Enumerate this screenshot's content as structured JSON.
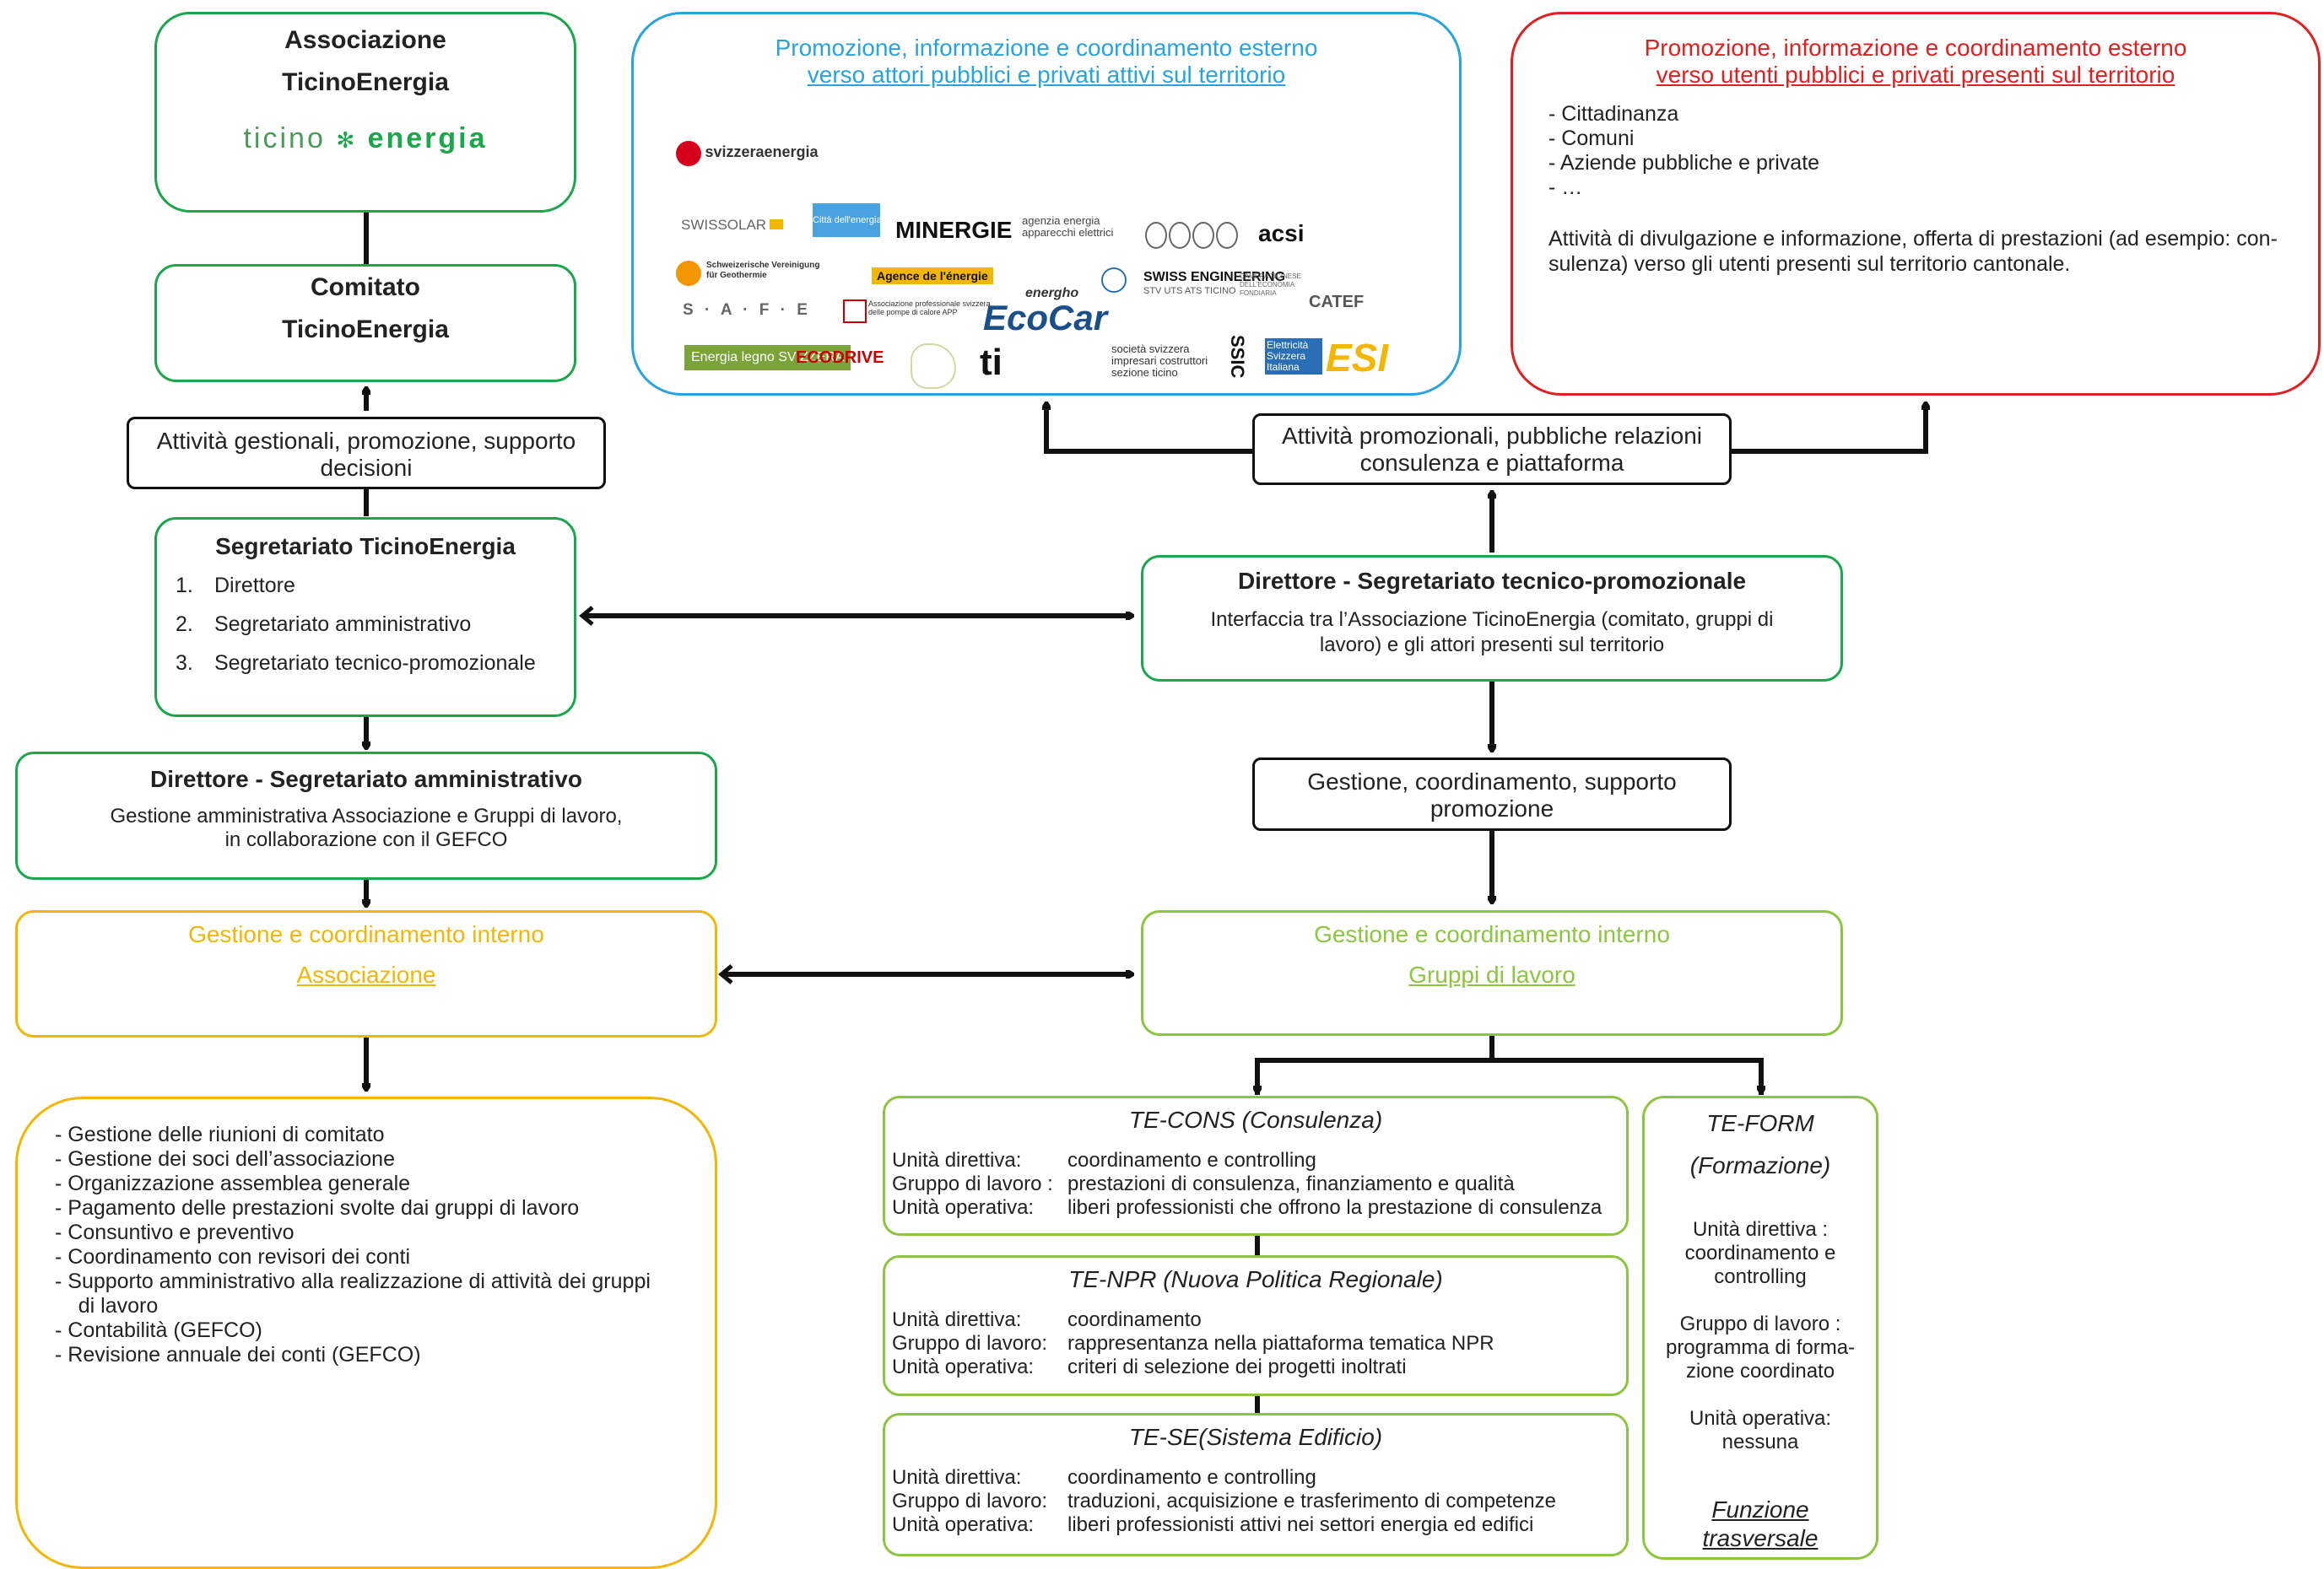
{
  "assoc": {
    "title1": "Associazione",
    "title2": "TicinoEnergia",
    "logo_a": "ticino",
    "logo_star": "✻",
    "logo_b": "energia"
  },
  "comitato": {
    "title1": "Comitato",
    "title2": "TicinoEnergia"
  },
  "label_left": {
    "l1": "Attività gestionali, promozione, supporto",
    "l2": "decisioni"
  },
  "segretariato": {
    "title": "Segretariato TicinoEnergia",
    "items": [
      "Direttore",
      "Segretariato amministrativo",
      "Segretariato tecnico-promozionale"
    ],
    "nums": [
      "1.",
      "2.",
      "3."
    ]
  },
  "dir_amm": {
    "title": "Direttore - Segretariato amministrativo",
    "l1": "Gestione amministrativa Associazione e Gruppi di lavoro,",
    "l2": "in collaborazione con il GEFCO"
  },
  "gest_int_left": {
    "title": "Gestione e coordinamento interno",
    "sub": "Associazione"
  },
  "tasks_left": [
    "-  Gestione delle riunioni di comitato",
    "-  Gestione dei soci dell’associazione",
    "-  Organizzazione assemblea generale",
    "-  Pagamento delle prestazioni svolte dai gruppi di lavoro",
    "-  Consuntivo e preventivo",
    "-  Coordinamento con revisori dei conti",
    "-  Supporto amministrativo alla realizzazione di attività dei gruppi",
    "    di lavoro",
    "-  Contabilità  (GEFCO)",
    "-  Revisione annuale dei conti  (GEFCO)"
  ],
  "promo_blue": {
    "title": "Promozione, informazione e coordinamento esterno",
    "sub": "verso attori pubblici e privati attivi sul territorio"
  },
  "logos": {
    "svizzera": "svizzeraenergia",
    "swissolar": "SWISSOLAR",
    "citta": "Città dell'energia",
    "minergie": "MINERGIE",
    "agenzia": "agenzia energia apparecchi elettrici",
    "acsi": "acsi",
    "geotermia": "Schweizerische Vereinigung für Geothermie",
    "agence": "Agence de l'énergie",
    "energho": "energho",
    "swiss_eng": "SWISS ENGINEERING",
    "stv": "STV UTS ATS TICINO",
    "camera": "CAMERA TICINESE DELL'ECONOMIA FONDIARIA",
    "catef": "CATEF",
    "safe": "S · A · F · E",
    "app": "Associazione professionale svizzera delle pompe di calore APP",
    "ecocar": "EcoCar",
    "legno": "Energia legno SVIZZERA",
    "ecodrive": "ECODRIVE",
    "ti": "ti",
    "ssic": "SSIC",
    "elettricita": "Elettricità Svizzera Italiana",
    "esi": "ESI",
    "impresari": "società svizzera impresari costruttori sezione ticino"
  },
  "promo_red": {
    "title": "Promozione, informazione e coordinamento esterno",
    "sub": "verso utenti pubblici e privati presenti sul territorio",
    "items": [
      "-  Cittadinanza",
      "-  Comuni",
      "-  Aziende pubbliche e private",
      "-  …"
    ],
    "p1": "Attività di divulgazione e informazione, offerta di prestazioni (ad esempio: con-",
    "p2": "sulenza) verso gli utenti presenti sul territorio cantonale."
  },
  "label_right": {
    "l1": "Attività promozionali, pubbliche relazioni",
    "l2": "consulenza e piattaforma"
  },
  "dir_tec": {
    "title": "Direttore - Segretariato tecnico-promozionale",
    "l1": "Interfaccia tra l’Associazione TicinoEnergia (comitato, gruppi di",
    "l2": "lavoro) e gli attori presenti sul territorio"
  },
  "label_mid": {
    "l1": "Gestione, coordinamento, supporto",
    "l2": "promozione"
  },
  "gest_int_right": {
    "title": "Gestione e coordinamento interno",
    "sub": "Gruppi di lavoro"
  },
  "tecons": {
    "title": "TE-CONS (Consulenza)",
    "rows": [
      [
        "Unità direttiva:",
        "coordinamento e controlling"
      ],
      [
        "Gruppo di lavoro :",
        "prestazioni di consulenza, finanziamento e qualità"
      ],
      [
        "Unità operativa:",
        "liberi professionisti che offrono la prestazione di consulenza"
      ]
    ]
  },
  "tenpr": {
    "title": "TE-NPR (Nuova Politica Regionale)",
    "rows": [
      [
        "Unità direttiva:",
        "coordinamento"
      ],
      [
        "Gruppo di lavoro:",
        "rappresentanza nella piattaforma tematica NPR"
      ],
      [
        "Unità operativa:",
        "criteri di selezione dei progetti inoltrati"
      ]
    ]
  },
  "tese": {
    "title": "TE-SE(Sistema Edificio)",
    "rows": [
      [
        "Unità direttiva:",
        "coordinamento e controlling"
      ],
      [
        "Gruppo di lavoro:",
        "traduzioni, acquisizione e trasferimento di competenze"
      ],
      [
        "Unità operativa:",
        " liberi professionisti attivi nei settori energia ed edifici"
      ]
    ]
  },
  "teform": {
    "t1": "TE-FORM",
    "t2": "(Formazione)",
    "d1": "Unità direttiva :",
    "d2": "coordinamento e",
    "d3": "controlling",
    "g1": "Gruppo di lavoro :",
    "g2": "programma di forma-",
    "g3": "zione coordinato",
    "o1": "Unità operativa:",
    "o2": "nessuna",
    "f1": "Funzione",
    "f2": "trasversale"
  }
}
